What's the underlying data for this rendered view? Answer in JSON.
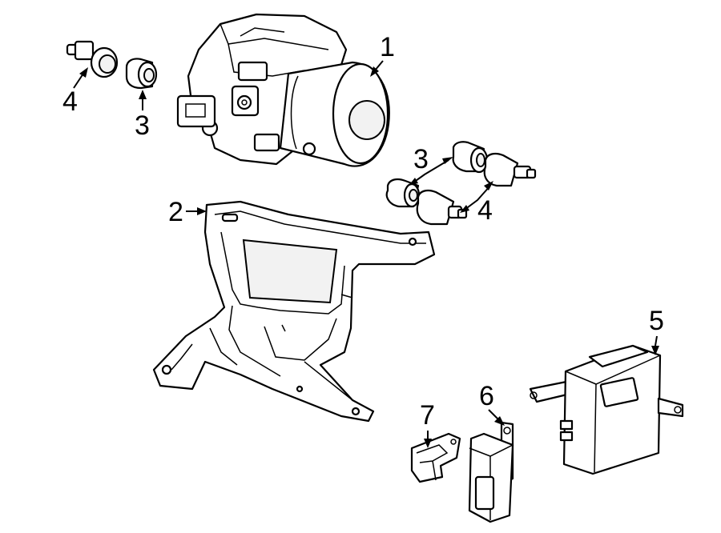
{
  "callouts": {
    "hydraulic_unit": "1",
    "bracket": "2",
    "bushing_left": "3",
    "bushing_right": "3",
    "grommet_left": "4",
    "grommet_right": "4",
    "control_module": "5",
    "relay": "6",
    "clip": "7"
  }
}
